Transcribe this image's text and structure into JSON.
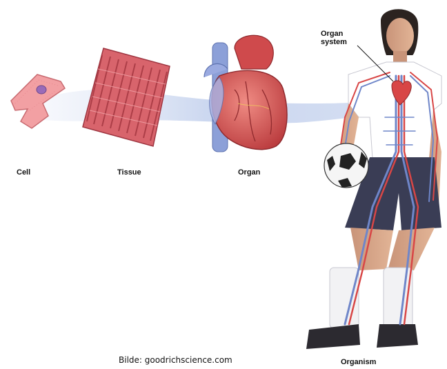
{
  "labels": {
    "cell": "Cell",
    "tissue": "Tissue",
    "organ": "Organ",
    "organ_system_line1": "Organ",
    "organ_system_line2": "system",
    "organism": "Organism"
  },
  "credit": "Bilde: goodrichscience.com",
  "colors": {
    "flow_band": "#c9d6ee",
    "cell_fill": "#f2a0a3",
    "nucleus": "#9a6bb8",
    "tissue": "#c8505a",
    "heart": "#d65a5a",
    "vein": "#6f86c9",
    "artery": "#d84646",
    "shirt": "#ffffff",
    "shorts": "#3a3d55",
    "skin": "#d9a98a"
  },
  "icons": [
    "cell-illustration",
    "tissue-illustration",
    "heart-illustration",
    "soccer-ball-icon",
    "organism-figure"
  ]
}
